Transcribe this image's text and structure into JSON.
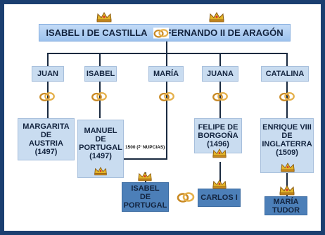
{
  "parents": {
    "father": "ISABEL I DE CASTILLA",
    "mother": "FERNANDO II DE ARAGÓN"
  },
  "children": [
    "JUAN",
    "ISABEL",
    "MARÍA",
    "JUANA",
    "CATALINA"
  ],
  "spouses": {
    "juan": "MARGARITA\nDE\nAUSTRIA\n(1497)",
    "isabel": "MANUEL\nDE\nPORTUGAL\n(1497)",
    "juana": "FELIPE DE\nBORGOÑA\n(1496)",
    "catalina": "ENRIQUE VIII\nDE\nINGLATERRA\n(1509)"
  },
  "second_marriage": {
    "year": "1500",
    "ordinal_sup": "2ª",
    "label": "NUPCIAS"
  },
  "grandchildren": {
    "isabel_portugal": "ISABEL\nDE\nPORTUGAL",
    "carlos": "CARLOS I",
    "maria_tudor": "MARÍA\nTUDOR"
  },
  "colors": {
    "frame": "#1b3f70",
    "light_box": "#c9dcf0",
    "dark_box": "#4c7fb8",
    "line": "#1a2a40",
    "crown": "#c9a227",
    "ring": "#d8a23a"
  },
  "icons": [
    "crown-icon",
    "wedding-rings-icon"
  ]
}
